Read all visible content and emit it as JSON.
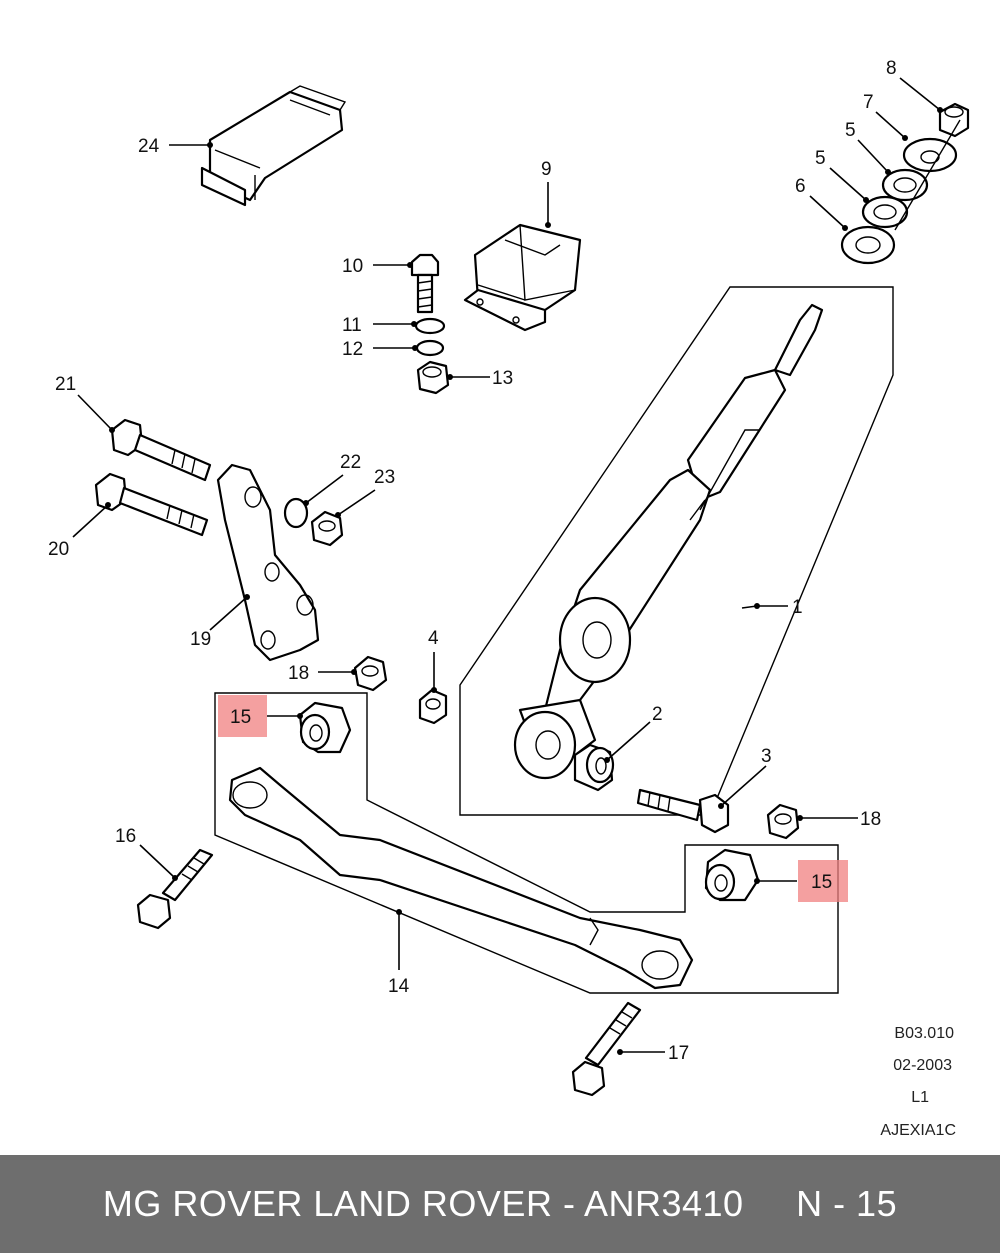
{
  "callouts": {
    "c1": "1",
    "c2": "2",
    "c3": "3",
    "c4": "4",
    "c5a": "5",
    "c5b": "5",
    "c6": "6",
    "c7": "7",
    "c8": "8",
    "c9": "9",
    "c10": "10",
    "c11": "11",
    "c12": "12",
    "c13": "13",
    "c14": "14",
    "c15a": "15",
    "c15b": "15",
    "c16": "16",
    "c17": "17",
    "c18a": "18",
    "c18b": "18",
    "c19": "19",
    "c20": "20",
    "c21": "21",
    "c22": "22",
    "c23": "23",
    "c24": "24"
  },
  "reference": {
    "code": "B03.010",
    "date": "02-2003",
    "level": "L1",
    "id": "AJEXIA1C"
  },
  "footer": {
    "title": "MG ROVER LAND ROVER - ANR3410",
    "part_ref": "N - 15"
  },
  "highlight_color": "#f08080"
}
